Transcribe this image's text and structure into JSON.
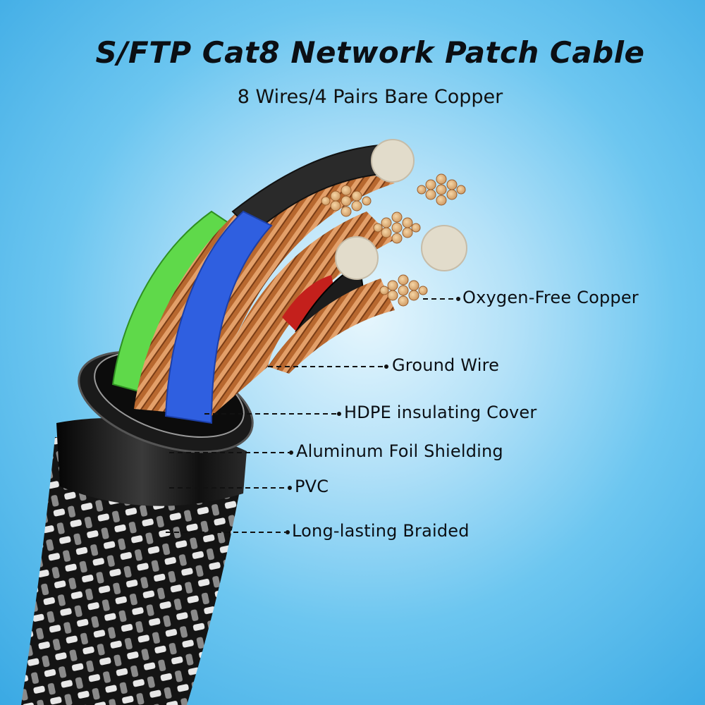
{
  "header": {
    "title": "S/FTP Cat8 Network Patch Cable",
    "subtitle": "8 Wires/4 Pairs Bare Copper"
  },
  "callouts": [
    {
      "id": "oxygen-free-copper",
      "label": "Oxygen-Free Copper"
    },
    {
      "id": "ground-wire",
      "label": "Ground Wire"
    },
    {
      "id": "hdpe-insulating-cover",
      "label": "HDPE insulating Cover"
    },
    {
      "id": "aluminum-foil-shielding",
      "label": "Aluminum Foil Shielding"
    },
    {
      "id": "pvc",
      "label": "PVC"
    },
    {
      "id": "long-lasting-braided",
      "label": "Long-lasting Braided"
    }
  ],
  "colors": {
    "background": "#6cc6f0",
    "copper": "#c97a42",
    "braid_dark": "#141414",
    "braid_light": "#e6e6e6",
    "wire_blue": "#2f5fe0",
    "wire_green": "#5fd94a",
    "wire_red": "#c4201c",
    "wire_black": "#1a1a1a",
    "pvc_ring": "#0d0d0d"
  }
}
